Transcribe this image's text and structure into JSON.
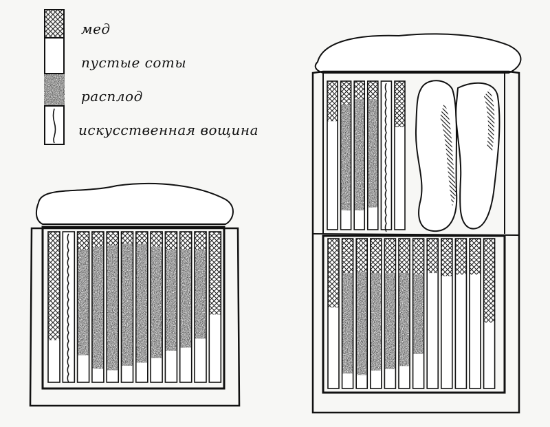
{
  "legend": {
    "items": [
      {
        "key": "honey",
        "label": "мед",
        "pattern": "crosshatch"
      },
      {
        "key": "empty",
        "label": "пустые соты",
        "pattern": "blank"
      },
      {
        "key": "brood",
        "label": "расплод",
        "pattern": "dark-stipple"
      },
      {
        "key": "foundation",
        "label": "искусственная вощина",
        "pattern": "wavy-line"
      }
    ]
  },
  "colors": {
    "ink": "#111111",
    "paper": "#f7f7f5",
    "brood": "#2a2a2a"
  },
  "left_hive": {
    "frames": [
      {
        "type": "honey-then-empty",
        "honey_end": 0.72,
        "brood_start": null,
        "brood_end": null
      },
      {
        "type": "foundation"
      },
      {
        "honey_end": 0.12,
        "brood_end": 0.82
      },
      {
        "honey_end": 0.1,
        "brood_end": 0.91
      },
      {
        "honey_end": 0.09,
        "brood_end": 0.92
      },
      {
        "honey_end": 0.08,
        "brood_end": 0.89
      },
      {
        "honey_end": 0.08,
        "brood_end": 0.87
      },
      {
        "honey_end": 0.1,
        "brood_end": 0.84
      },
      {
        "honey_end": 0.12,
        "brood_end": 0.79
      },
      {
        "honey_end": 0.12,
        "brood_end": 0.77
      },
      {
        "honey_end": 0.12,
        "brood_end": 0.71
      },
      {
        "type": "honey-then-empty",
        "honey_end": 0.55
      }
    ]
  },
  "right_hive": {
    "upper_frames": [
      {
        "honey_end": 0.27,
        "brood_end": 0.27
      },
      {
        "honey_end": 0.16,
        "brood_end": 0.87
      },
      {
        "honey_end": 0.12,
        "brood_end": 0.87
      },
      {
        "honey_end": 0.12,
        "brood_end": 0.85
      },
      {
        "type": "foundation"
      },
      {
        "type": "honey-then-empty",
        "honey_end": 0.31
      }
    ],
    "lower_frames": [
      {
        "type": "honey-then-empty",
        "honey_end": 0.46
      },
      {
        "honey_end": 0.23,
        "brood_end": 0.9
      },
      {
        "honey_end": 0.22,
        "brood_end": 0.91
      },
      {
        "honey_end": 0.23,
        "brood_end": 0.88
      },
      {
        "honey_end": 0.23,
        "brood_end": 0.87
      },
      {
        "honey_end": 0.23,
        "brood_end": 0.85
      },
      {
        "honey_end": 0.24,
        "brood_end": 0.77
      },
      {
        "type": "honey-then-empty",
        "honey_end": 0.23
      },
      {
        "type": "honey-then-empty",
        "honey_end": 0.25
      },
      {
        "type": "honey-then-empty",
        "honey_end": 0.24
      },
      {
        "type": "honey-then-empty",
        "honey_end": 0.24
      },
      {
        "type": "honey-then-empty",
        "honey_end": 0.56
      }
    ]
  }
}
